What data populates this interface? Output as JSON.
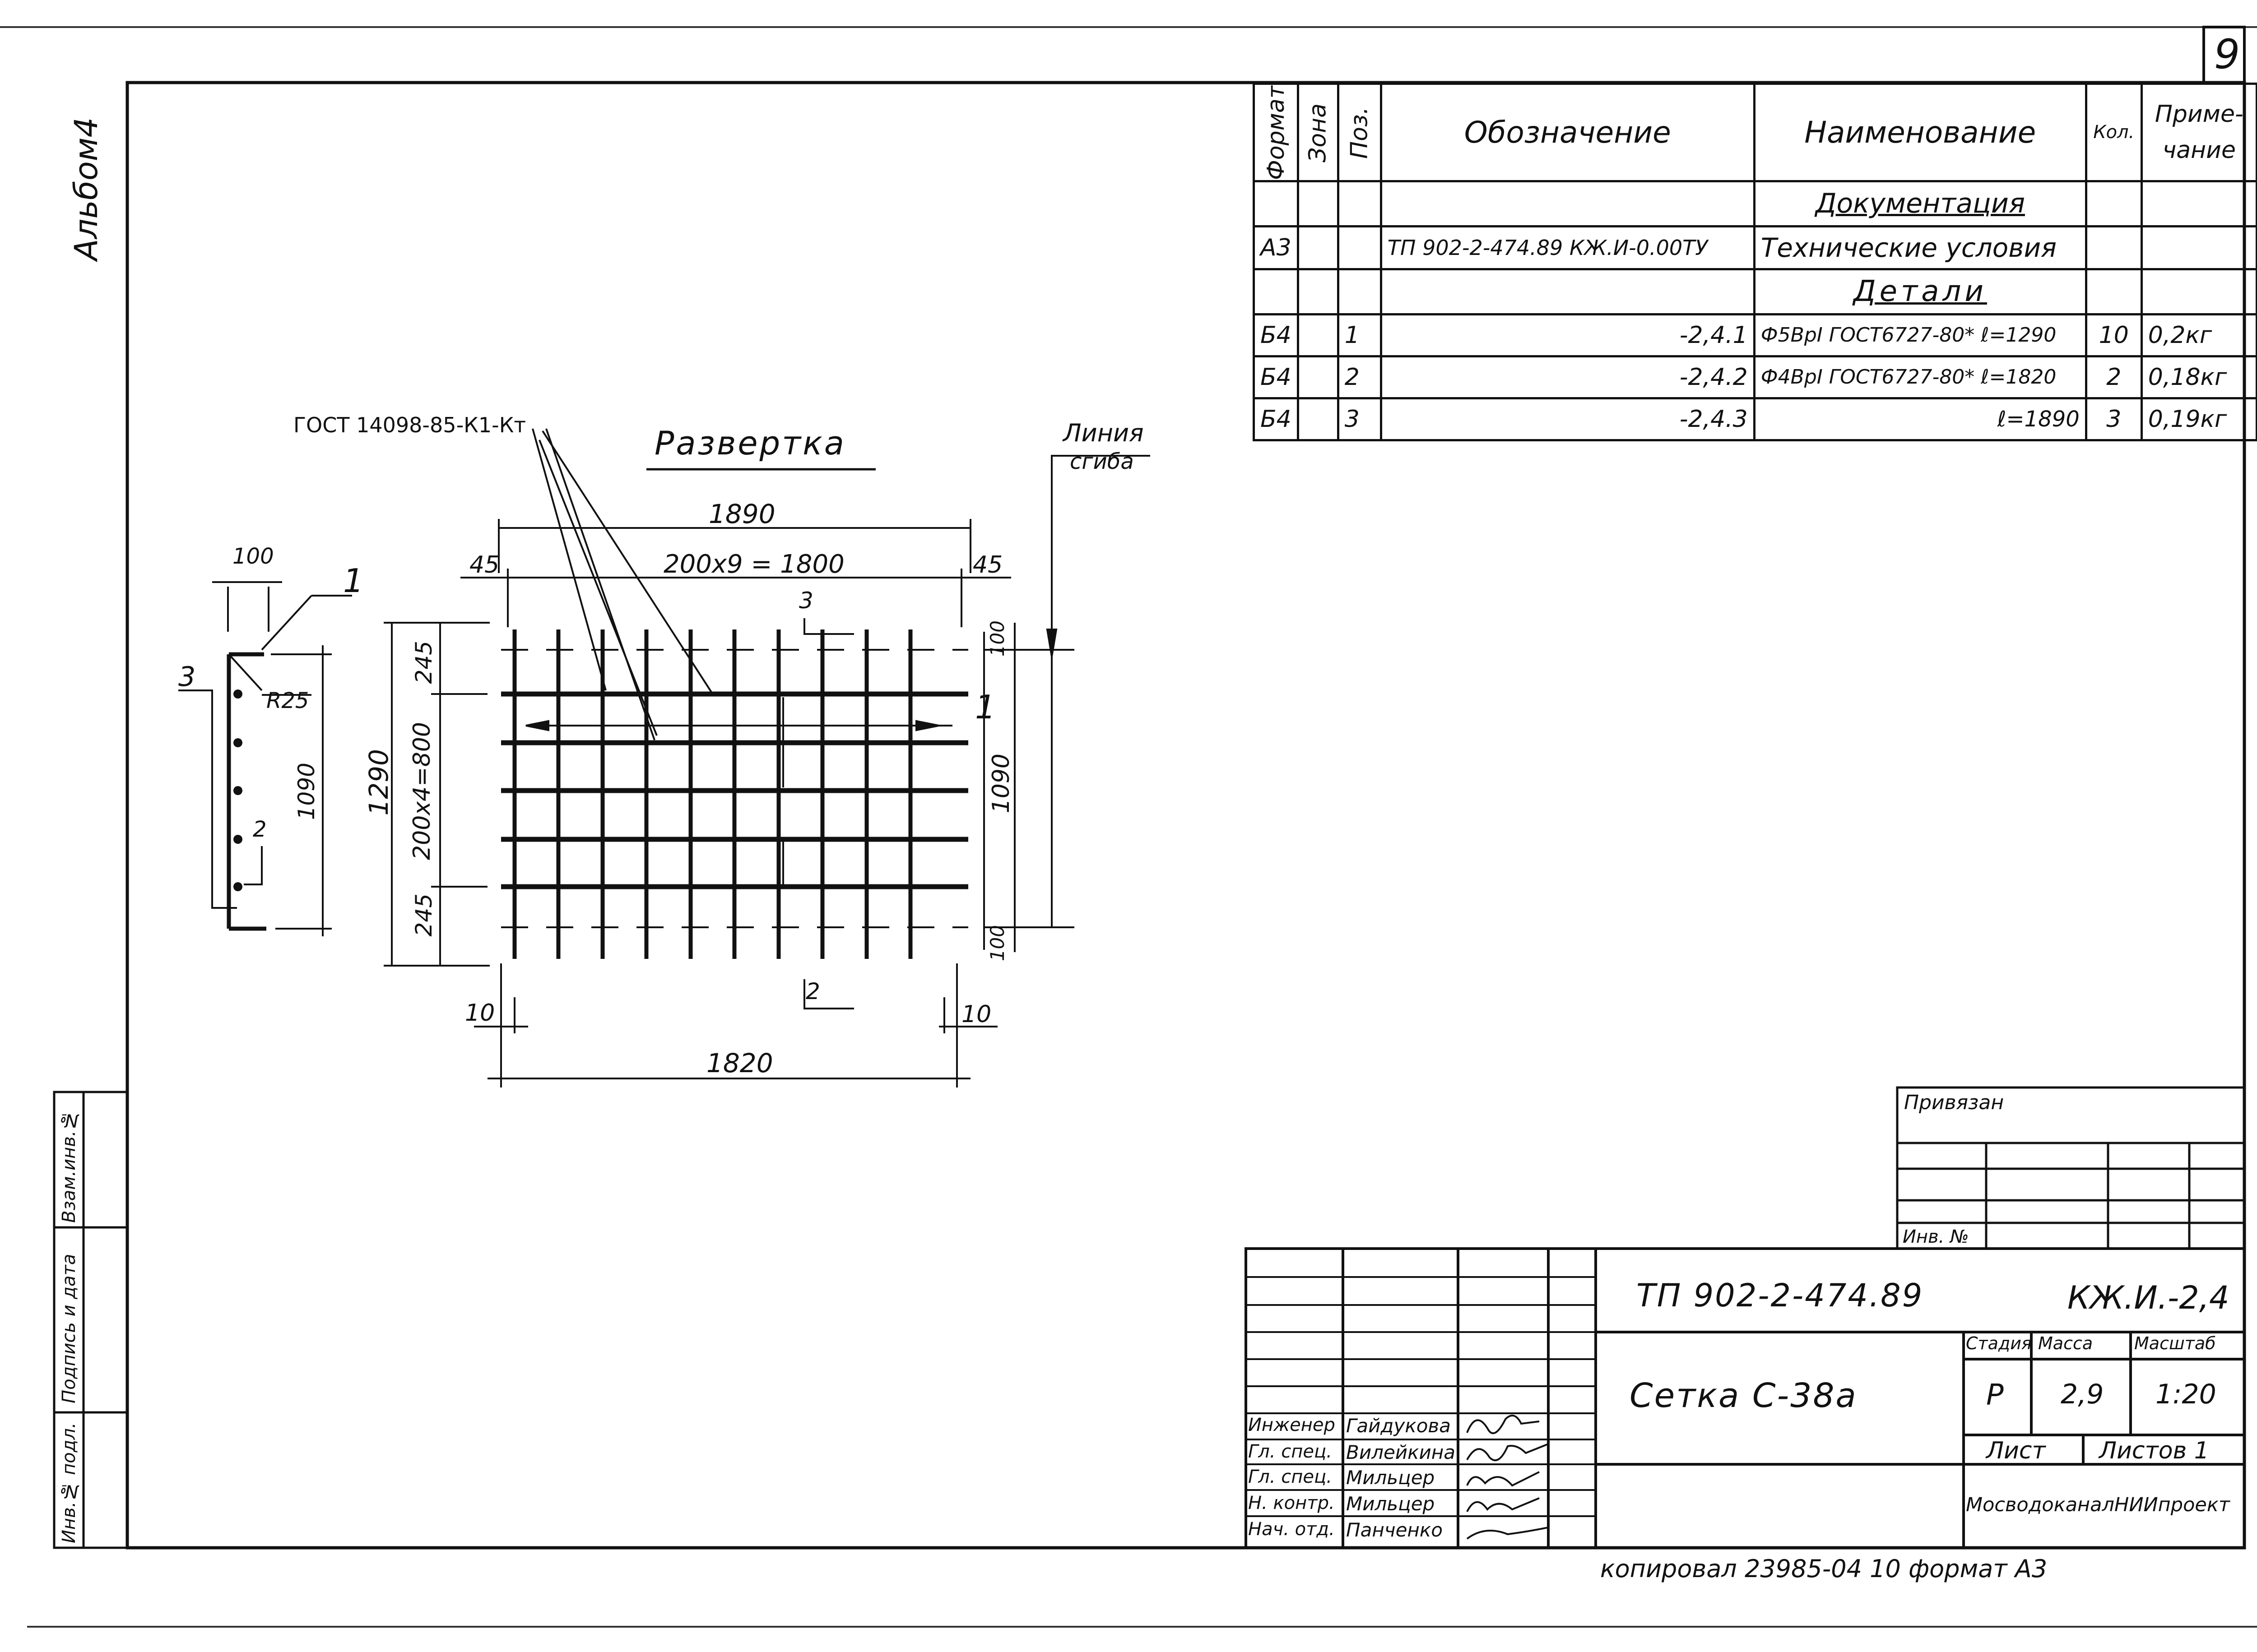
{
  "sheet": {
    "sheet_number": "9",
    "album_label": "Альбом4",
    "copied_note": "копировал  23985-04  10  формат А3"
  },
  "side_stamp": {
    "inv_podl": "Инв.№ подл.",
    "podpis_data": "Подпись и дата",
    "vzam_inv": "Взам.инв.№"
  },
  "spec": {
    "headers": {
      "format": "Формат",
      "zona": "Зона",
      "poz": "Поз.",
      "oboznachenie": "Обозначение",
      "naimenovanie": "Наименование",
      "kol": "Кол.",
      "primechanie": "Приме-чание"
    },
    "section_docs": "Документация",
    "section_details": "Детали",
    "rows": [
      {
        "format": "А3",
        "poz": "",
        "oboz": "ТП 902-2-474.89   КЖ.И-0.00ТУ",
        "naim": "Технические условия",
        "kol": "",
        "prim": ""
      },
      {
        "format": "Б4",
        "poz": "1",
        "oboz": "-2,4.1",
        "naim": "Ф5ВрI ГОСТ6727-80* ℓ=1290",
        "kol": "10",
        "prim": "0,2кг"
      },
      {
        "format": "Б4",
        "poz": "2",
        "oboz": "-2,4.2",
        "naim": "Ф4ВрI ГОСТ6727-80* ℓ=1820",
        "kol": "2",
        "prim": "0,18кг"
      },
      {
        "format": "Б4",
        "poz": "3",
        "oboz": "-2,4.3",
        "naim": "ℓ=1890",
        "kol": "3",
        "prim": "0,19кг"
      }
    ]
  },
  "drawing": {
    "razvertka": "Развертка",
    "gost_weld": "ГОСТ 14098-85-К1-Кт",
    "liniya": "Линия",
    "sgiba": "сгиба",
    "dims": {
      "d1890": "1890",
      "d45a": "45",
      "d45b": "45",
      "d200x9": "200x9 = 1800",
      "d3": "3",
      "d1290": "1290",
      "d245a": "245",
      "d245b": "245",
      "d200x4": "200x4=800",
      "d100a": "100",
      "d100b": "100",
      "d1090r": "1090",
      "d1": "1",
      "d2": "2",
      "d10a": "10",
      "d10b": "10",
      "d1820": "1820",
      "p100": "100",
      "p1": "1",
      "p3": "3",
      "pR25": "R25",
      "p1090": "1090",
      "p2": "2"
    }
  },
  "privyazan": {
    "label": "Привязан",
    "inv_no": "Инв. №"
  },
  "title_block": {
    "code": "ТП 902-2-474.89",
    "doc_code": "КЖ.И.-2,4",
    "title": "Сетка  С-38а",
    "stadiya_label": "Стадия",
    "massa_label": "Масса",
    "masshtab_label": "Масштаб",
    "stadiya": "Р",
    "massa": "2,9",
    "masshtab": "1:20",
    "list_label": "Лист",
    "listov_label": "Листов 1",
    "organization": "МосводоканалНИИпроект",
    "people": [
      {
        "role": "Инженер",
        "name": "Гайдукова"
      },
      {
        "role": "Гл. спец.",
        "name": "Вилейкина"
      },
      {
        "role": "Гл. спец.",
        "name": "Мильцер"
      },
      {
        "role": "Н. контр.",
        "name": "Мильцер"
      },
      {
        "role": "Нач. отд.",
        "name": "Панченко"
      }
    ]
  }
}
